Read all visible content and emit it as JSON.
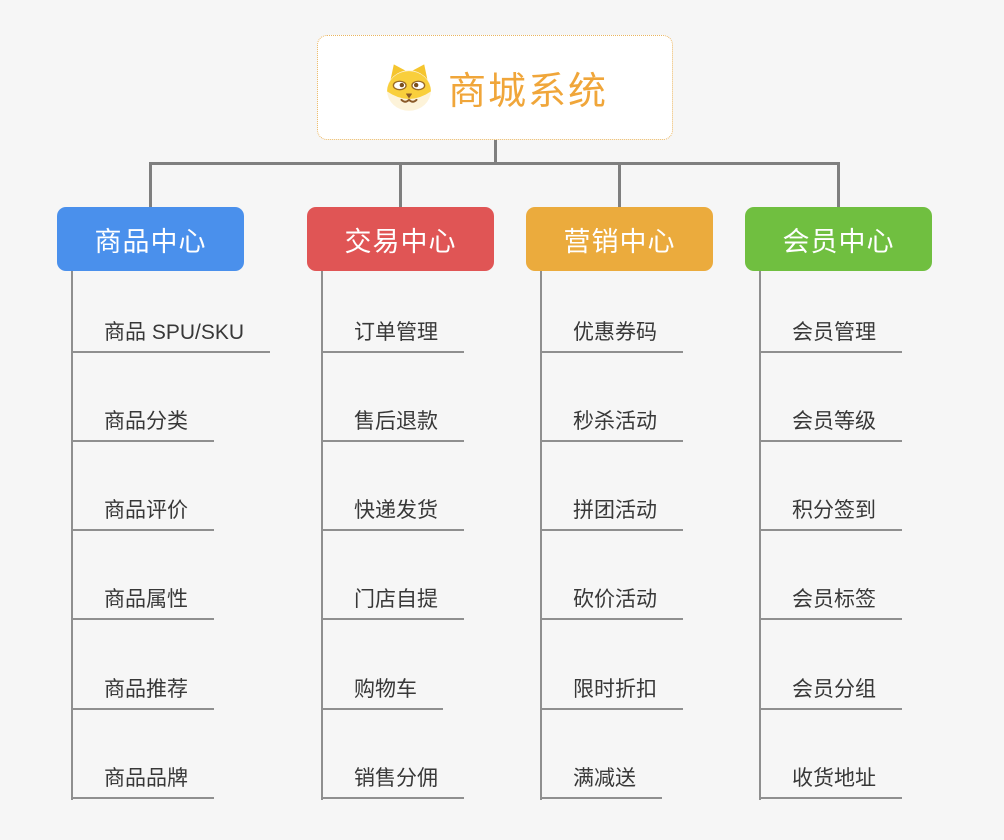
{
  "page": {
    "background": "#f6f6f6",
    "connector_color": "#7f7f7f",
    "child_line_color": "#8f8f8f"
  },
  "root": {
    "title": "商城系统",
    "icon": "shiba-dog-icon",
    "text_color": "#f0a63a",
    "border_color": "#eab55f"
  },
  "branches": [
    {
      "label": "商品中心",
      "color": "#4a90ec",
      "children": [
        "商品 SPU/SKU",
        "商品分类",
        "商品评价",
        "商品属性",
        "商品推荐",
        "商品品牌"
      ]
    },
    {
      "label": "交易中心",
      "color": "#e05555",
      "children": [
        "订单管理",
        "售后退款",
        "快递发货",
        "门店自提",
        "购物车",
        "销售分佣"
      ]
    },
    {
      "label": "营销中心",
      "color": "#ebab3d",
      "children": [
        "优惠券码",
        "秒杀活动",
        "拼团活动",
        "砍价活动",
        "限时折扣",
        "满减送"
      ]
    },
    {
      "label": "会员中心",
      "color": "#70bf40",
      "children": [
        "会员管理",
        "会员等级",
        "积分签到",
        "会员标签",
        "会员分组",
        "收货地址"
      ]
    }
  ]
}
